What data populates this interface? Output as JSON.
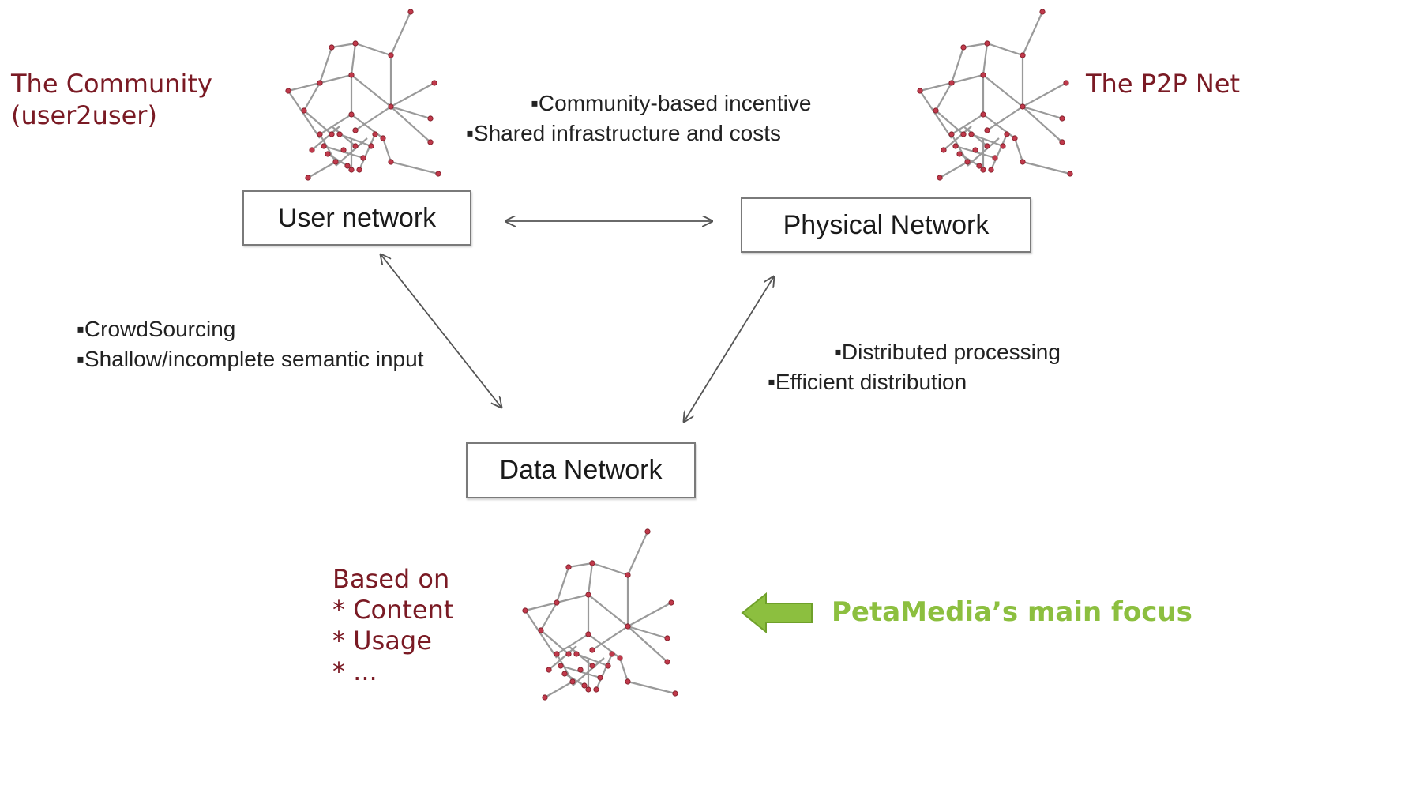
{
  "community_title": "The Community",
  "community_subtitle": "(user2user)",
  "p2p_title": "The P2P Net",
  "nodes": {
    "user_network": "User network",
    "physical_network": "Physical Network",
    "data_network": "Data Network"
  },
  "edge_user_physical": [
    "▪Community-based incentive",
    "▪Shared infrastructure and costs"
  ],
  "edge_user_data": [
    "▪CrowdSourcing",
    "▪Shallow/incomplete semantic input"
  ],
  "edge_physical_data": [
    "▪Distributed processing",
    "▪Efficient distribution"
  ],
  "based_on": [
    "Based on",
    "* Content",
    "* Usage",
    "* ..."
  ],
  "focus_label": "PetaMedia’s main focus",
  "colors": {
    "maroon": "#7a1a24",
    "focus_green": "#8cbf3f",
    "node_red": "#c0394b"
  },
  "icons": {
    "network_graph": "network-graph-icon",
    "focus_arrow": "left-arrow-icon"
  }
}
